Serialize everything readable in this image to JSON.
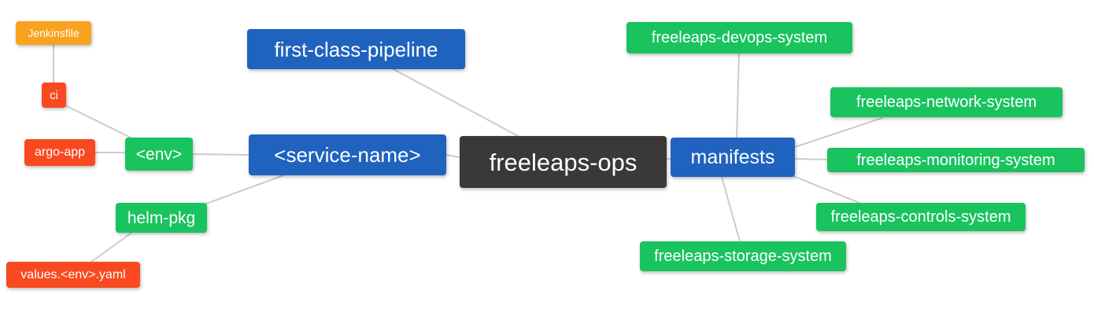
{
  "diagram": {
    "title": "freeleaps-ops repository mindmap",
    "background_color": "#ffffff",
    "edge_color": "#cccccc",
    "colors": {
      "blue": "#1F63BE",
      "green": "#19C35E",
      "red": "#F9491F",
      "orange": "#F9A21D",
      "dark": "#3B3838"
    },
    "nodes": [
      {
        "id": "jenkinsfile",
        "label": "Jenkinsfile",
        "color": "#F9A21D"
      },
      {
        "id": "ci",
        "label": "ci",
        "color": "#F9491F"
      },
      {
        "id": "argo-app",
        "label": "argo-app",
        "color": "#F9491F"
      },
      {
        "id": "env",
        "label": "<env>",
        "color": "#19C35E"
      },
      {
        "id": "helm-pkg",
        "label": "helm-pkg",
        "color": "#19C35E"
      },
      {
        "id": "values-env-yaml",
        "label": "values.<env>.yaml",
        "color": "#F9491F"
      },
      {
        "id": "first-class-pipeline",
        "label": "first-class-pipeline",
        "color": "#1F63BE"
      },
      {
        "id": "service-name",
        "label": "<service-name>",
        "color": "#1F63BE"
      },
      {
        "id": "freeleaps-ops",
        "label": "freeleaps-ops",
        "color": "#3B3838"
      },
      {
        "id": "manifests",
        "label": "manifests",
        "color": "#1F63BE"
      },
      {
        "id": "freeleaps-devops-system",
        "label": "freeleaps-devops-system",
        "color": "#19C35E"
      },
      {
        "id": "freeleaps-network-system",
        "label": "freeleaps-network-system",
        "color": "#19C35E"
      },
      {
        "id": "freeleaps-monitoring-system",
        "label": "freeleaps-monitoring-system",
        "color": "#19C35E"
      },
      {
        "id": "freeleaps-controls-system",
        "label": "freeleaps-controls-system",
        "color": "#19C35E"
      },
      {
        "id": "freeleaps-storage-system",
        "label": "freeleaps-storage-system",
        "color": "#19C35E"
      }
    ],
    "edges": [
      {
        "from": "jenkinsfile",
        "to": "ci"
      },
      {
        "from": "ci",
        "to": "env"
      },
      {
        "from": "argo-app",
        "to": "env"
      },
      {
        "from": "env",
        "to": "service-name"
      },
      {
        "from": "helm-pkg",
        "to": "service-name"
      },
      {
        "from": "values-env-yaml",
        "to": "helm-pkg"
      },
      {
        "from": "first-class-pipeline",
        "to": "freeleaps-ops"
      },
      {
        "from": "service-name",
        "to": "freeleaps-ops"
      },
      {
        "from": "freeleaps-ops",
        "to": "manifests"
      },
      {
        "from": "manifests",
        "to": "freeleaps-devops-system"
      },
      {
        "from": "manifests",
        "to": "freeleaps-network-system"
      },
      {
        "from": "manifests",
        "to": "freeleaps-monitoring-system"
      },
      {
        "from": "manifests",
        "to": "freeleaps-controls-system"
      },
      {
        "from": "manifests",
        "to": "freeleaps-storage-system"
      }
    ]
  }
}
